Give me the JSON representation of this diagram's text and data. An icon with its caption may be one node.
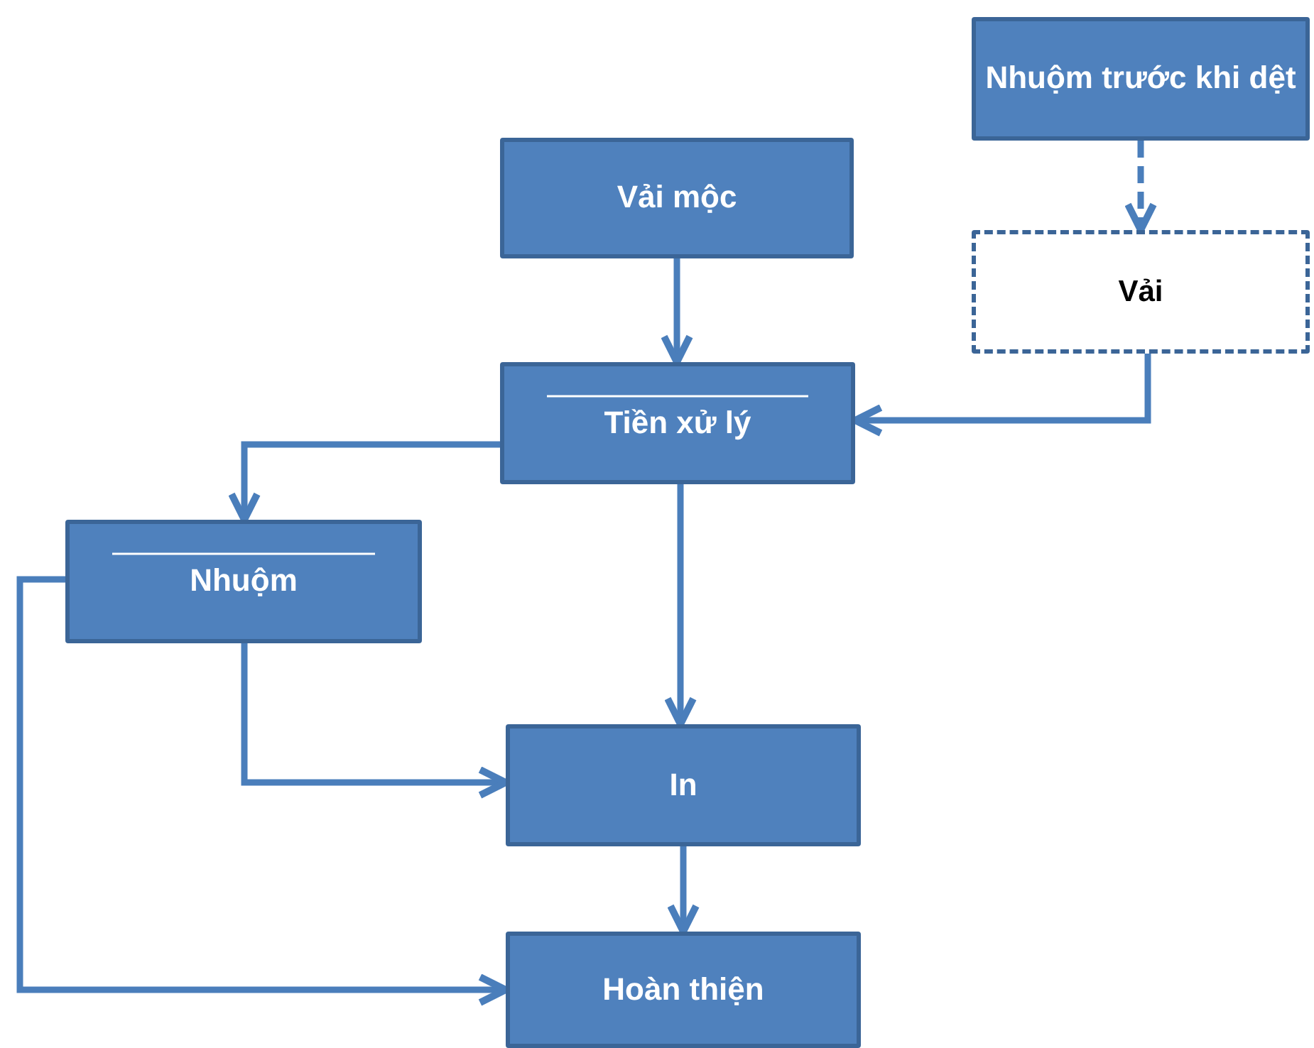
{
  "diagram": {
    "nodes": [
      {
        "text": [
          "Vải mộc"
        ]
      },
      {
        "text": [
          "Nhuộm trước khi dệt"
        ]
      },
      {
        "text": [
          "Vải"
        ]
      },
      {
        "text": [
          "Tiền xử lý"
        ]
      },
      {
        "text": [
          "Nhuộm"
        ]
      },
      {
        "text": [
          "In"
        ]
      },
      {
        "text": [
          "Hoàn thiện"
        ]
      }
    ],
    "edges": [
      {
        "from": 0,
        "to": 3,
        "arrow": "to"
      },
      {
        "from": 1,
        "to": 2,
        "arrow": "to",
        "style": "dashed"
      },
      {
        "from": 2,
        "to": 3,
        "arrow": "to"
      },
      {
        "from": 3,
        "to": 4,
        "arrow": "to"
      },
      {
        "from": 3,
        "to": 5,
        "arrow": "to"
      },
      {
        "from": 4,
        "to": 5,
        "arrow": "to"
      },
      {
        "from": 4,
        "to": 6,
        "arrow": "to"
      },
      {
        "from": 5,
        "to": 6,
        "arrow": "to"
      }
    ]
  }
}
